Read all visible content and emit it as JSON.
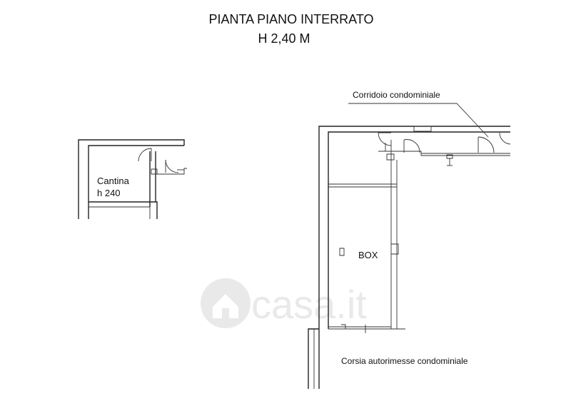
{
  "title": {
    "line1": "PIANTA PIANO INTERRATO",
    "line2": "H 2,40 M"
  },
  "labels": {
    "cantina_name": "Cantina",
    "cantina_height": "h 240",
    "box": "BOX",
    "corridor": "Corridoio condominiale",
    "aisle": "Corsia autorimesse condominiale"
  },
  "watermark": {
    "text": "casa.it",
    "icon": "house-icon"
  }
}
